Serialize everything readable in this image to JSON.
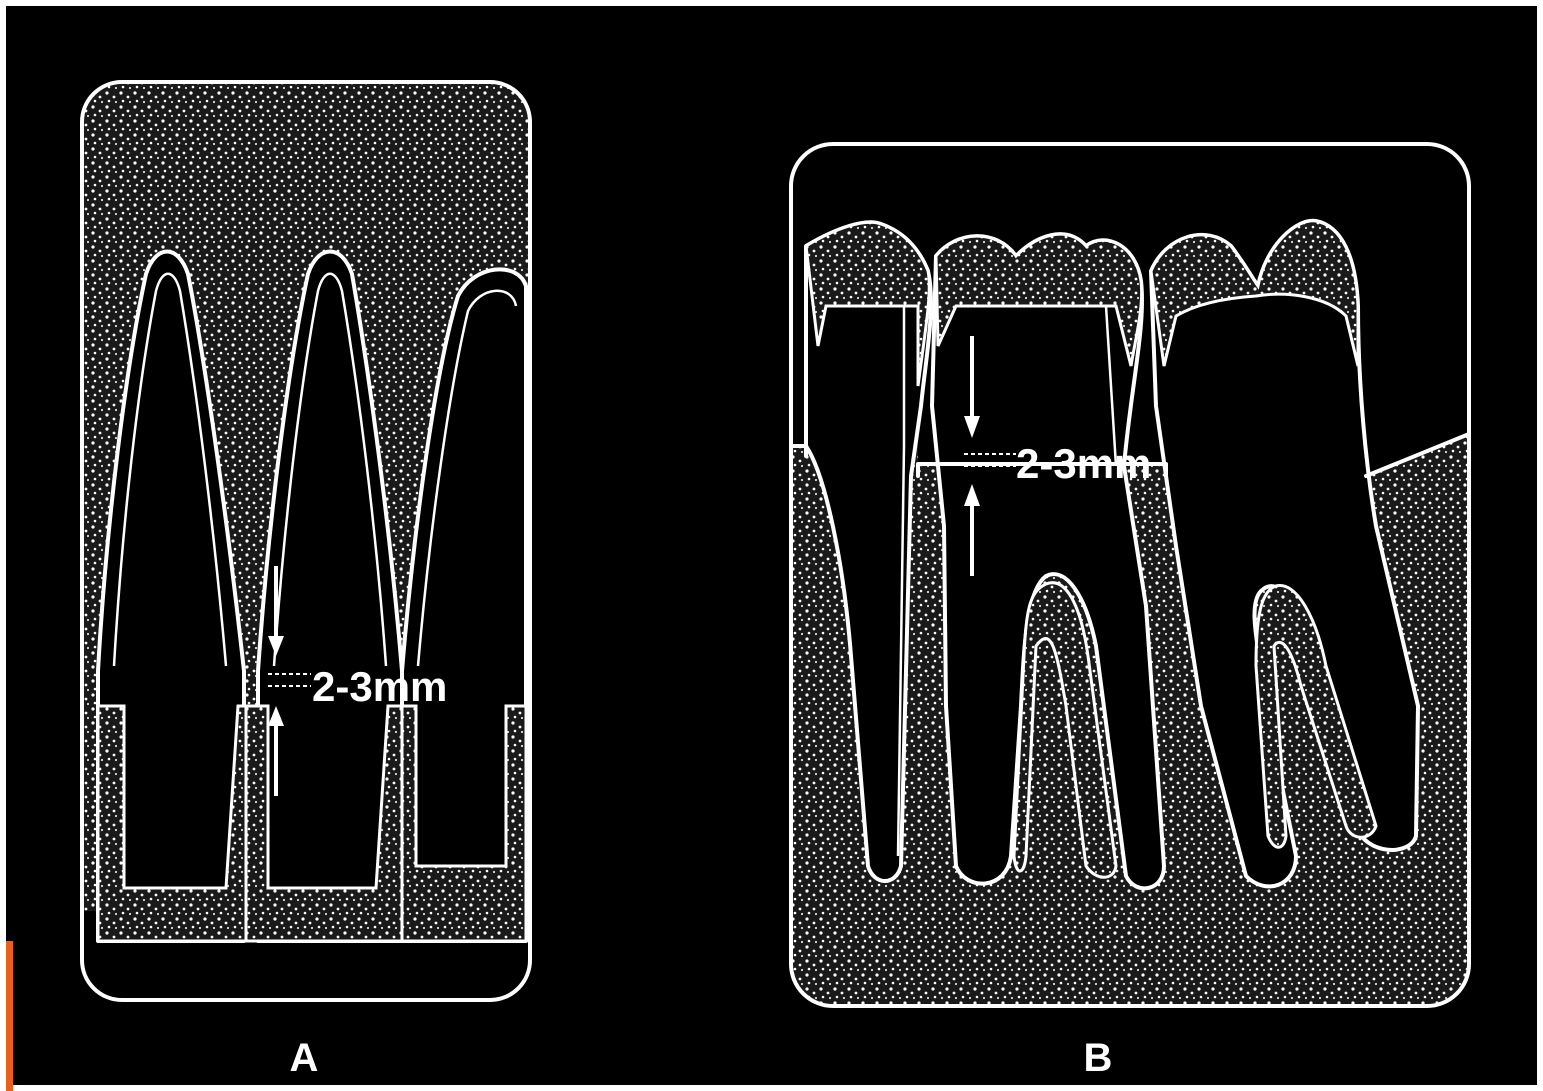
{
  "panels": [
    {
      "id": "A",
      "label": "A",
      "measurement": "2-3mm"
    },
    {
      "id": "B",
      "label": "B",
      "measurement": "2-3mm"
    }
  ],
  "colors": {
    "background": "#000000",
    "line": "#ffffff",
    "accent_bar": "#e8601c"
  }
}
